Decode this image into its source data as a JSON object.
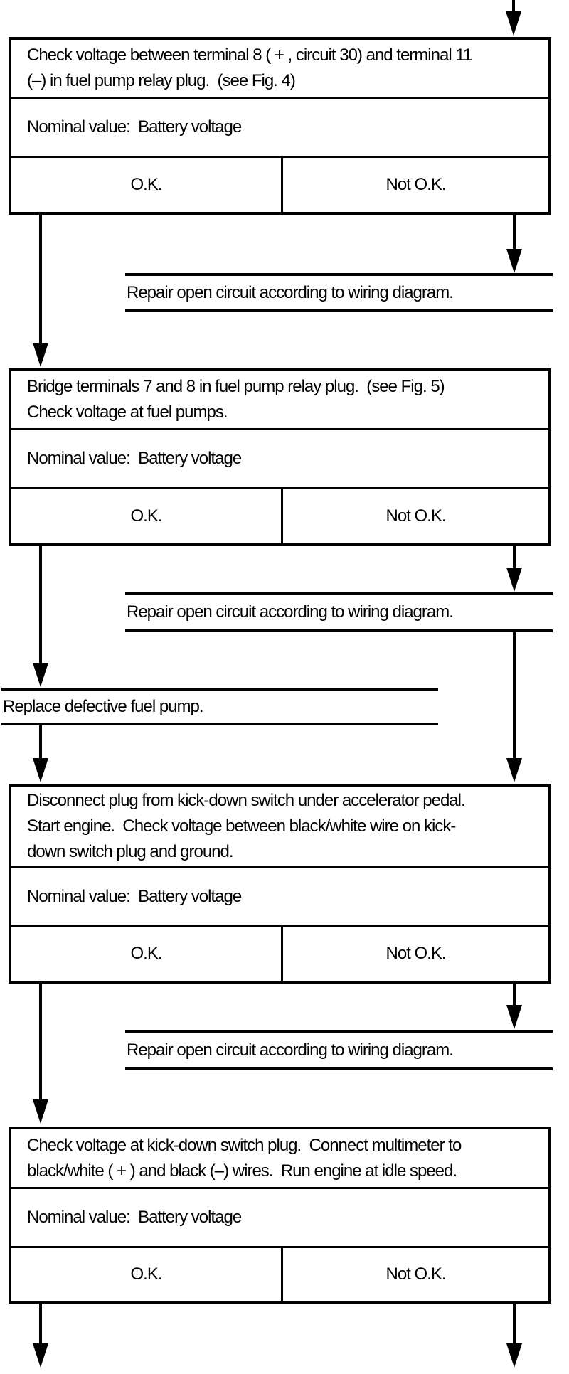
{
  "page": {
    "paper_color": "#ffffff",
    "ink_color": "#000000",
    "description_labels": {
      "ok": "O.K.",
      "not_ok": "Not O.K."
    }
  },
  "steps": [
    {
      "instruction": "Check voltage between terminal 8 ( + , circuit 30) and terminal 11\n(–) in fuel pump relay plug.  (see Fig. 4)",
      "nominal": "Nominal value:  Battery voltage",
      "ok": "O.K.",
      "not_ok": "Not O.K."
    },
    {
      "instruction": "Bridge terminals 7 and 8 in fuel pump relay plug.  (see Fig. 5)\nCheck voltage at fuel pumps.",
      "nominal": "Nominal value:  Battery voltage",
      "ok": "O.K.",
      "not_ok": "Not O.K."
    },
    {
      "instruction": "Disconnect plug from kick-down switch under accelerator pedal.\nStart engine.  Check voltage between black/white wire on kick-\ndown switch plug and ground.",
      "nominal": "Nominal value:  Battery voltage",
      "ok": "O.K.",
      "not_ok": "Not O.K."
    },
    {
      "instruction": "Check voltage at kick-down switch plug.  Connect multimeter to\nblack/white ( + ) and black (–) wires.  Run engine at idle speed.",
      "nominal": "Nominal value:  Battery voltage",
      "ok": "O.K.",
      "not_ok": "Not O.K."
    }
  ],
  "notes": {
    "repair_1": "Repair open circuit according to wiring diagram.",
    "repair_2": "Repair open circuit according to wiring diagram.",
    "replace_pump": "Replace defective fuel pump.",
    "repair_3": "Repair open circuit according to wiring diagram."
  }
}
